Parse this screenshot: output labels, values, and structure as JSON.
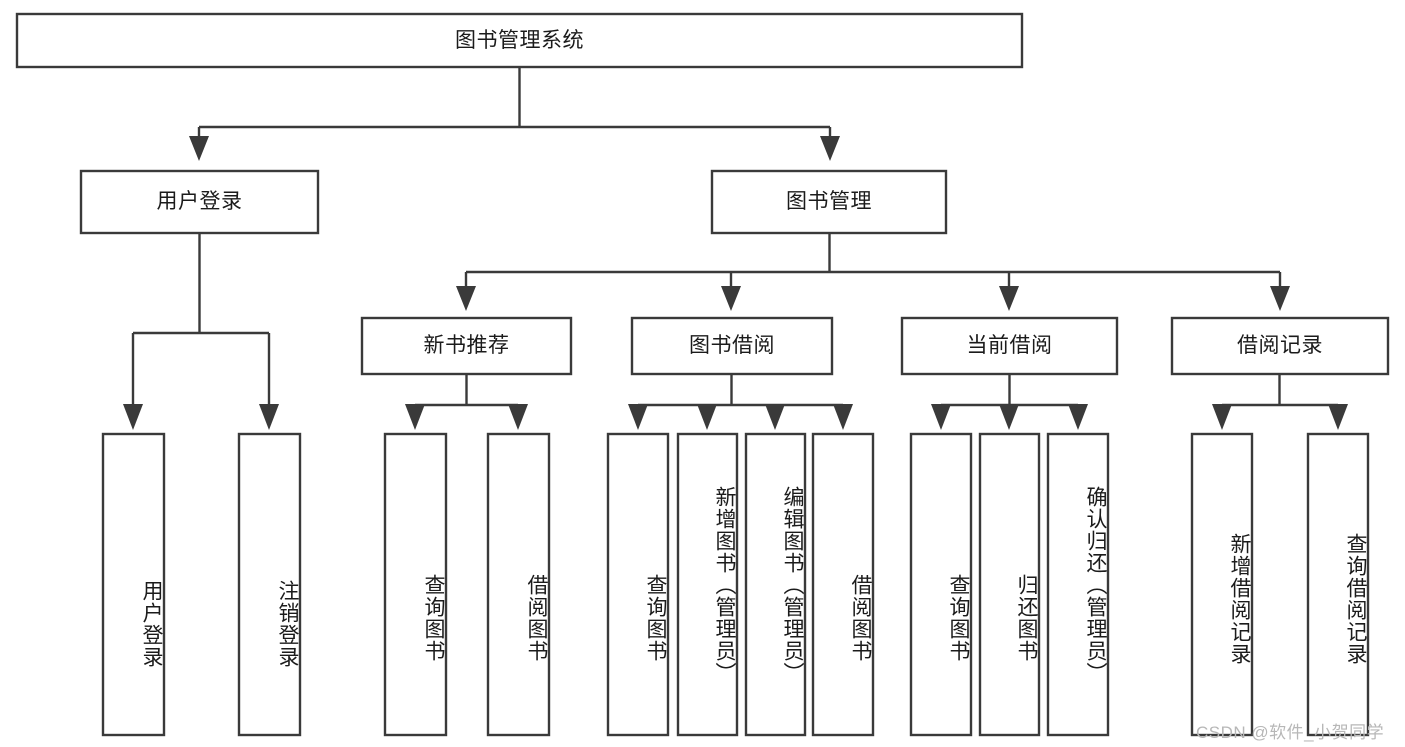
{
  "diagram": {
    "title": "图书管理系统",
    "type": "hierarchy-tree",
    "orientation": "top-down",
    "levels": 4,
    "colors": {
      "stroke": "#3a3a3a",
      "fill": "#ffffff",
      "text": "#1b1b1b",
      "background": "#ffffff",
      "watermark": "#b7b7b7"
    }
  },
  "root": {
    "label": "图书管理系统"
  },
  "level2": [
    {
      "label": "用户登录"
    },
    {
      "label": "图书管理"
    }
  ],
  "level3": [
    {
      "label": "新书推荐"
    },
    {
      "label": "图书借阅"
    },
    {
      "label": "当前借阅"
    },
    {
      "label": "借阅记录"
    }
  ],
  "leaves": {
    "user_login": [
      {
        "label": "用户登录"
      },
      {
        "label": "注销登录"
      }
    ],
    "new_book_recommend": [
      {
        "label": "查询图书"
      },
      {
        "label": "借阅图书"
      }
    ],
    "book_borrow": [
      {
        "label": "查询图书"
      },
      {
        "label": "新增图书（管理员）"
      },
      {
        "label": "编辑图书（管理员）"
      },
      {
        "label": "借阅图书"
      }
    ],
    "current_borrow": [
      {
        "label": "查询图书"
      },
      {
        "label": "归还图书"
      },
      {
        "label": "确认归还（管理员）"
      }
    ],
    "borrow_record": [
      {
        "label": "新增借阅记录"
      },
      {
        "label": "查询借阅记录"
      }
    ]
  },
  "watermark": {
    "text": "CSDN @软件_小贺同学"
  }
}
